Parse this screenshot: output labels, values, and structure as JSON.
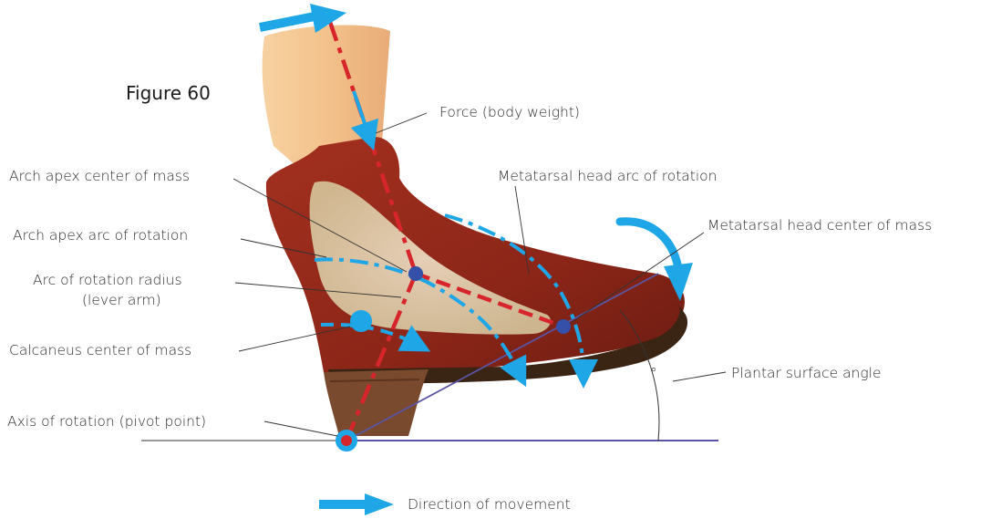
{
  "figure_title": "Figure 60",
  "labels": {
    "force": "Force (body weight)",
    "arch_apex_com": "Arch apex center of mass",
    "arch_apex_arc": "Arch apex arc of rotation",
    "radius_line1": "Arc of rotation radius",
    "radius_line2": "(lever arm)",
    "calcaneus_com": "Calcaneus center of mass",
    "axis_rotation": "Axis of rotation (pivot point)",
    "metatarsal_arc": "Metatarsal head arc of rotation",
    "metatarsal_com": "Metatarsal head center of mass",
    "plantar_angle": "Plantar surface angle",
    "angle_symbol": "°"
  },
  "legend": {
    "direction": "Direction of movement"
  },
  "colors": {
    "force_line": "#d6262b",
    "arrow_blue": "#1ea6e6",
    "point_blue": "#3450a8",
    "plantar_line": "#5a55a3",
    "boot_red": "#8e2a1c",
    "skin": "#f0c08a"
  }
}
